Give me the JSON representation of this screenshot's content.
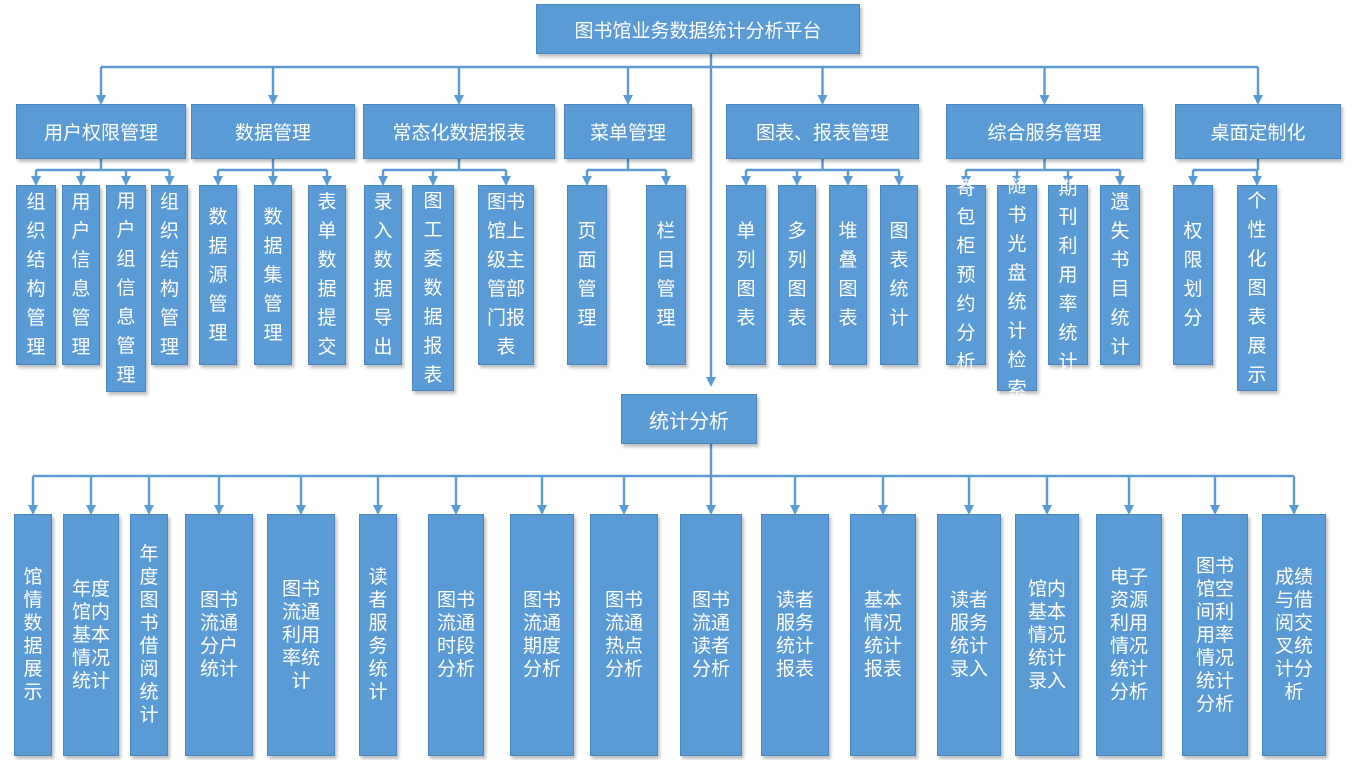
{
  "diagram": {
    "root": "图书馆业务数据统计分析平台",
    "modules": [
      {
        "label": "用户权限管理",
        "children": [
          [
            "组",
            "织",
            "结",
            "构",
            "管",
            "理"
          ],
          [
            "用",
            "户",
            "信",
            "息",
            "管",
            "理"
          ],
          [
            "用",
            "户",
            "组",
            "信",
            "息",
            "管",
            "理"
          ],
          [
            "组",
            "织",
            "结",
            "构",
            "管",
            "理"
          ]
        ]
      },
      {
        "label": "数据管理",
        "children": [
          [
            "数",
            "据",
            "源",
            "管",
            "理"
          ],
          [
            "数",
            "据",
            "集",
            "管",
            "理"
          ],
          [
            "表",
            "单",
            "数",
            "据",
            "提",
            "交"
          ]
        ]
      },
      {
        "label": "常态化数据报表",
        "children": [
          [
            "录",
            "入",
            "数",
            "据",
            "导",
            "出"
          ],
          [
            "图",
            "工",
            "委",
            "数",
            "据",
            "报",
            "表"
          ],
          [
            "图书",
            "馆上",
            "级主",
            "管部",
            "门报",
            "表"
          ]
        ]
      },
      {
        "label": "菜单管理",
        "children": [
          [
            "页",
            "面",
            "管",
            "理"
          ],
          [
            "栏",
            "目",
            "管",
            "理"
          ]
        ]
      },
      {
        "label": "图表、报表管理",
        "children": [
          [
            "单",
            "列",
            "图",
            "表"
          ],
          [
            "多",
            "列",
            "图",
            "表"
          ],
          [
            "堆",
            "叠",
            "图",
            "表"
          ],
          [
            "图",
            "表",
            "统",
            "计"
          ]
        ]
      },
      {
        "label": "综合服务管理",
        "children": [
          [
            "寄",
            "包",
            "柜",
            "预",
            "约",
            "分",
            "析"
          ],
          [
            "随",
            "书",
            "光",
            "盘",
            "统",
            "计",
            "检",
            "索"
          ],
          [
            "期",
            "刊",
            "利",
            "用",
            "率",
            "统",
            "计"
          ],
          [
            "遗",
            "失",
            "书",
            "目",
            "统",
            "计"
          ]
        ]
      },
      {
        "label": "桌面定制化",
        "children": [
          [
            "权",
            "限",
            "划",
            "分"
          ],
          [
            "个",
            "性",
            "化",
            "图",
            "表",
            "展",
            "示"
          ]
        ]
      }
    ],
    "analysis": {
      "label": "统计分析",
      "children": [
        [
          "馆",
          "情",
          "数",
          "据",
          "展",
          "示"
        ],
        [
          "年度",
          "馆内",
          "基本",
          "情况",
          "统计"
        ],
        [
          "年",
          "度",
          "图",
          "书",
          "借",
          "阅",
          "统",
          "计"
        ],
        [
          "图书",
          "流通",
          "分户",
          "统计"
        ],
        [
          "图书",
          "流通",
          "利用",
          "率统",
          "计"
        ],
        [
          "读",
          "者",
          "服",
          "务",
          "统",
          "计"
        ],
        [
          "图书",
          "流通",
          "时段",
          "分析"
        ],
        [
          "图书",
          "流通",
          "期度",
          "分析"
        ],
        [
          "图书",
          "流通",
          "热点",
          "分析"
        ],
        [
          "图书",
          "流通",
          "读者",
          "分析"
        ],
        [
          "读者",
          "服务",
          "统计",
          "报表"
        ],
        [
          "基本",
          "情况",
          "统计",
          "报表"
        ],
        [
          "读者",
          "服务",
          "统计",
          "录入"
        ],
        [
          "馆内",
          "基本",
          "情况",
          "统计",
          "录入"
        ],
        [
          "电子",
          "资源",
          "利用",
          "情况",
          "统计",
          "分析"
        ],
        [
          "图书",
          "馆空",
          "间利",
          "用率",
          "情况",
          "统计",
          "分析"
        ],
        [
          "成绩",
          "与借",
          "阅交",
          "叉统",
          "计分",
          "析"
        ]
      ]
    },
    "colors": {
      "box": "#5b9bd5",
      "line": "#5b9bd5",
      "text": "#ffffff"
    }
  }
}
